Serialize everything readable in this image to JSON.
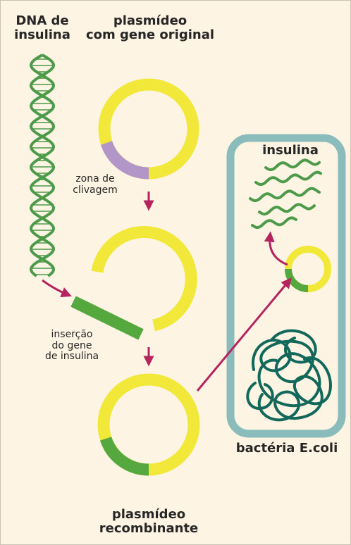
{
  "labels": {
    "dna_insulina": "DNA de\ninsulina",
    "plasmideo_original": "plasmídeo\ncom gene original",
    "zona_clivagem": "zona de\nclivagem",
    "insercao_gene": "inserção\ndo gene\nde insulina",
    "plasmideo_recombinante": "plasmídeo\nrecombinante",
    "insulina": "insulina",
    "bacteria": "bactéria E.coli"
  },
  "colors": {
    "background": "#fdf4e3",
    "plasmid_yellow": "#f2e83a",
    "cleavage_purple": "#b396c8",
    "insulin_gene_green": "#55a83e",
    "dna_green": "#4c9a4a",
    "arrow_magenta": "#b5245e",
    "bacteria_wall": "#8bbcbc",
    "chromosome_teal": "#12685a",
    "insulin_protein_green": "#4c9a4a"
  }
}
